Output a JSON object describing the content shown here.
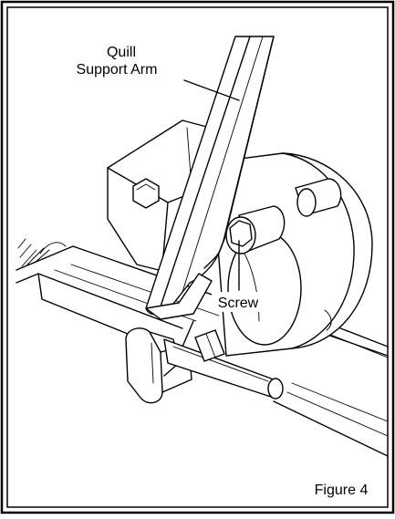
{
  "figure": {
    "caption": "Figure 4",
    "callouts": {
      "quill_line1": "Quill",
      "quill_line2": "Support Arm",
      "screw": "Screw"
    }
  },
  "colors": {
    "ink": "#000000",
    "paper": "#ffffff"
  }
}
